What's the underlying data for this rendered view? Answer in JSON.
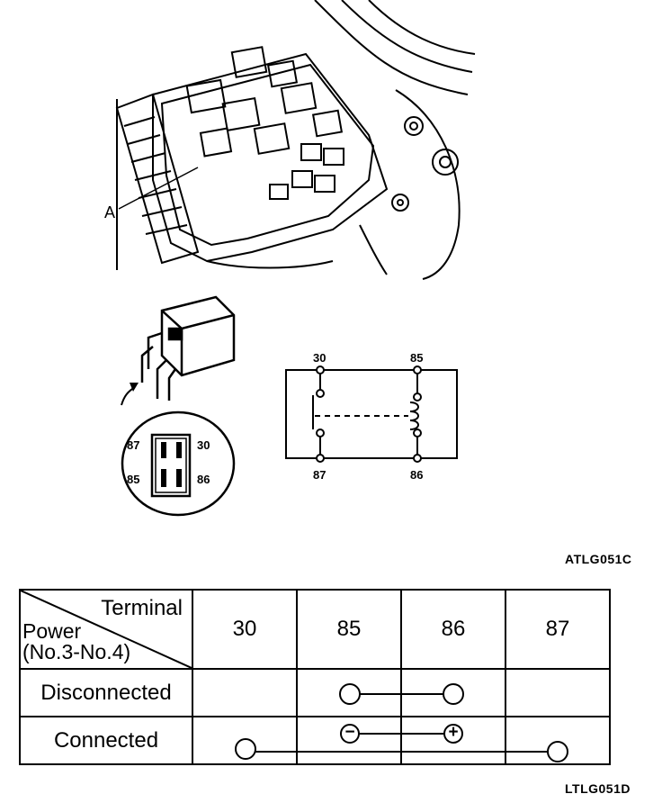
{
  "figure_top": {
    "callout_label": "A",
    "relay_pins": {
      "top_left": "87",
      "top_right": "30",
      "bottom_left": "85",
      "bottom_right": "86"
    },
    "schematic_terminals": {
      "top_left": "30",
      "top_right": "85",
      "bottom_left": "87",
      "bottom_right": "86"
    },
    "figure_code": "ATLG051C"
  },
  "table": {
    "header_terminal": "Terminal",
    "header_power_line1": "Power",
    "header_power_line2": "(No.3-No.4)",
    "columns": [
      "30",
      "85",
      "86",
      "87"
    ],
    "rows": [
      {
        "label": "Disconnected",
        "continuity": [
          "85",
          "86"
        ]
      },
      {
        "label": "Connected",
        "continuity": [
          "30",
          "87"
        ],
        "polarity": {
          "85": "−",
          "86": "+"
        }
      }
    ],
    "figure_code": "LTLG051D"
  }
}
